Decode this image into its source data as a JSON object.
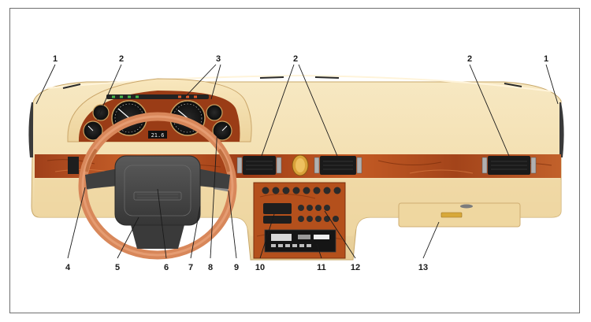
{
  "callouts": {
    "c1_left": "1",
    "c1_right": "1",
    "c2_cluster": "2",
    "c2_center": "2",
    "c2_right": "2",
    "c3": "3",
    "c4": "4",
    "c5": "5",
    "c6": "6",
    "c7": "7",
    "c8": "8",
    "c9": "9",
    "c10": "10",
    "c11": "11",
    "c12": "12",
    "c13": "13"
  },
  "cluster_display": "21.6",
  "colors": {
    "dash_cream": "#f3dfb0",
    "dash_shadow": "#e2c78e",
    "wood": "#b8501c",
    "wood_dark": "#7a2e0c",
    "steering_rim": "#d8875a",
    "airbag": "#474747",
    "frame": "#6f6f6f"
  }
}
